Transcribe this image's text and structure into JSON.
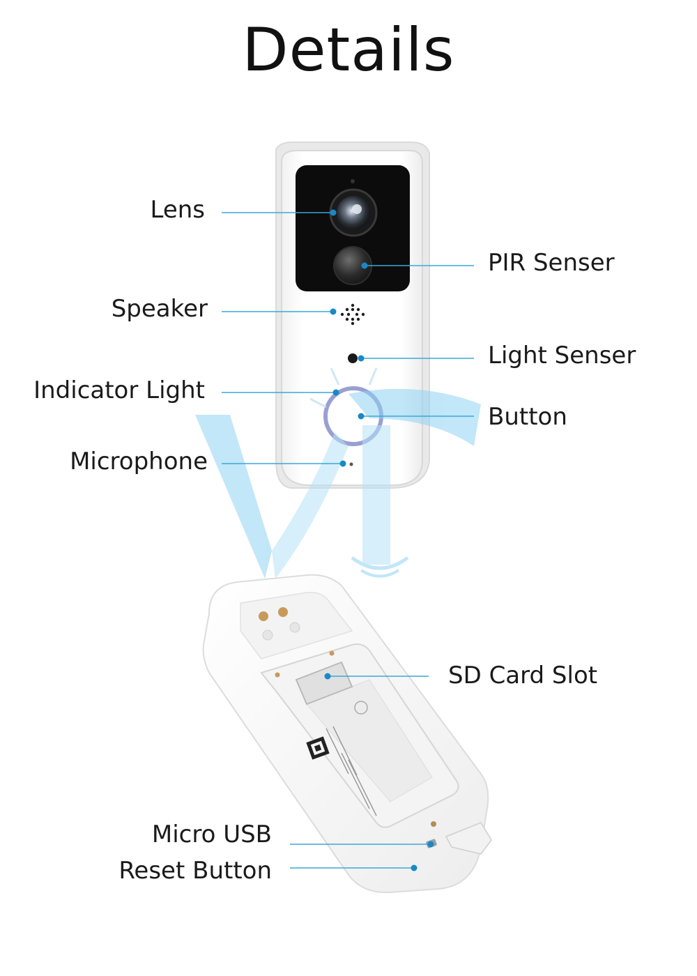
{
  "title": "Details",
  "colors": {
    "leader_line": "#3aa7d8",
    "dot": "#1789c7",
    "device_body": "#ffffff",
    "device_shadow": "#e6e6e6",
    "camera_panel": "#111111",
    "ring": "#8f93c9",
    "watermark": "#8fd3f4"
  },
  "front_labels": {
    "lens": "Lens",
    "pir": "PIR Senser",
    "speaker": "Speaker",
    "light_sensor": "Light Senser",
    "indicator": "Indicator Light",
    "button": "Button",
    "microphone": "Microphone"
  },
  "back_labels": {
    "sd_card": "SD Card Slot",
    "micro_usb": "Micro USB",
    "reset": "Reset Button"
  }
}
